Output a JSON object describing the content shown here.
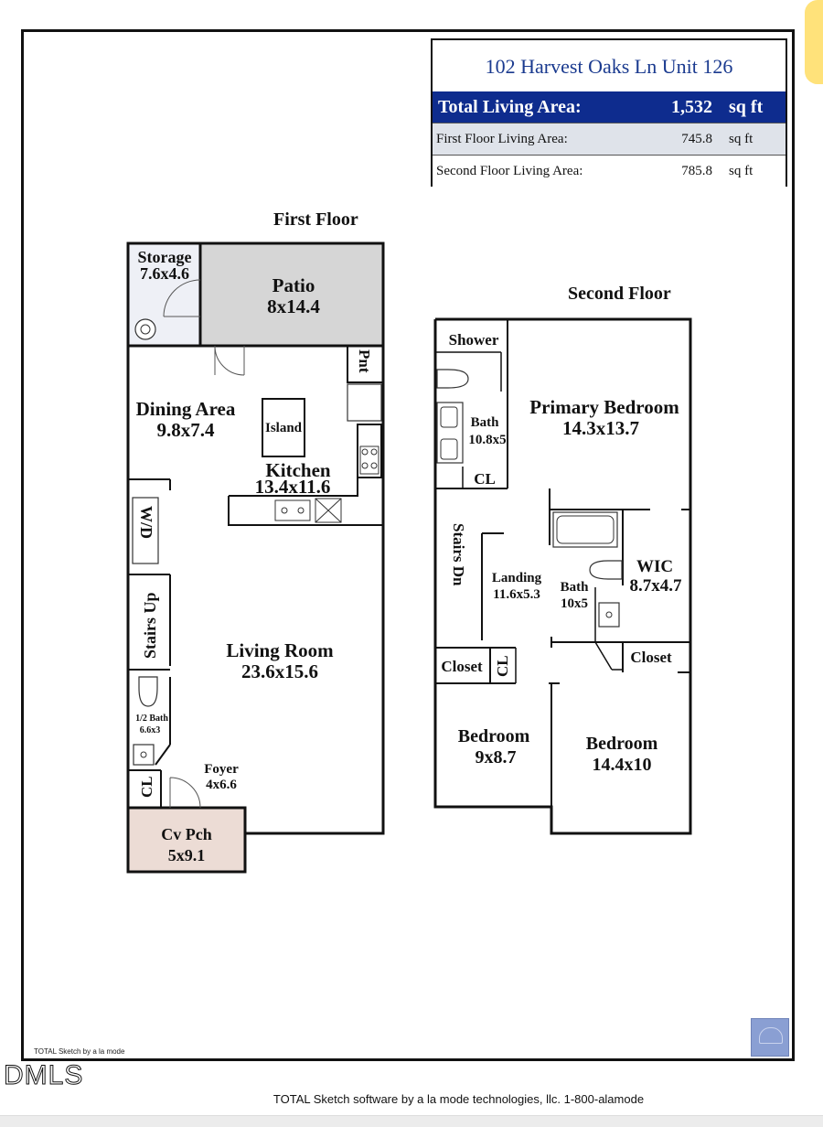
{
  "info_box": {
    "address": "102 Harvest Oaks Ln Unit 126",
    "total_label": "Total Living Area:",
    "total_value": "1,532",
    "total_unit": "sq ft",
    "rows": [
      {
        "label": "First Floor Living Area:",
        "value": "745.8",
        "unit": "sq ft"
      },
      {
        "label": "Second Floor Living Area:",
        "value": "785.8",
        "unit": "sq ft"
      }
    ]
  },
  "floors": {
    "first_title": "First Floor",
    "second_title": "Second Floor"
  },
  "first_floor_rooms": {
    "storage_name": "Storage",
    "storage_dim": "7.6x4.6",
    "patio_name": "Patio",
    "patio_dim": "8x14.4",
    "pnt": "Pnt",
    "dining_name": "Dining Area",
    "dining_dim": "9.8x7.4",
    "island": "Island",
    "kitchen_name": "Kitchen",
    "kitchen_dim": "13.4x11.6",
    "wd": "W/D",
    "stairs_up": "Stairs Up",
    "living_name": "Living Room",
    "living_dim": "23.6x15.6",
    "half_bath_name": "1/2 Bath",
    "half_bath_dim": "6.6x3",
    "cl": "CL",
    "foyer_name": "Foyer",
    "foyer_dim": "4x6.6",
    "cvpch_name": "Cv Pch",
    "cvpch_dim": "5x9.1"
  },
  "second_floor_rooms": {
    "shower": "Shower",
    "bath1_name": "Bath",
    "bath1_dim": "10.8x5",
    "cl": "CL",
    "primary_name": "Primary Bedroom",
    "primary_dim": "14.3x13.7",
    "stairs_dn": "Stairs Dn",
    "landing_name": "Landing",
    "landing_dim": "11.6x5.3",
    "bath2_name": "Bath",
    "bath2_dim": "10x5",
    "wic_name": "WIC",
    "wic_dim": "8.7x4.7",
    "closet_left": "Closet",
    "cl2": "CL",
    "closet_right": "Closet",
    "bedroom1_name": "Bedroom",
    "bedroom1_dim": "9x8.7",
    "bedroom2_name": "Bedroom",
    "bedroom2_dim": "14.4x10"
  },
  "footer": {
    "sketch_small": "TOTAL Sketch by a la mode",
    "dmls": "DMLS",
    "credit": "TOTAL Sketch software by a la mode technologies, llc. 1-800-alamode"
  },
  "colors": {
    "title_blue": "#1a3a8f",
    "total_bar": "#0e2c8e",
    "patio_fill": "#d6d6d6",
    "porch_fill": "#ecdcd5",
    "storage_fill": "#eef0f6",
    "row_alt": "#dfe3ea"
  }
}
